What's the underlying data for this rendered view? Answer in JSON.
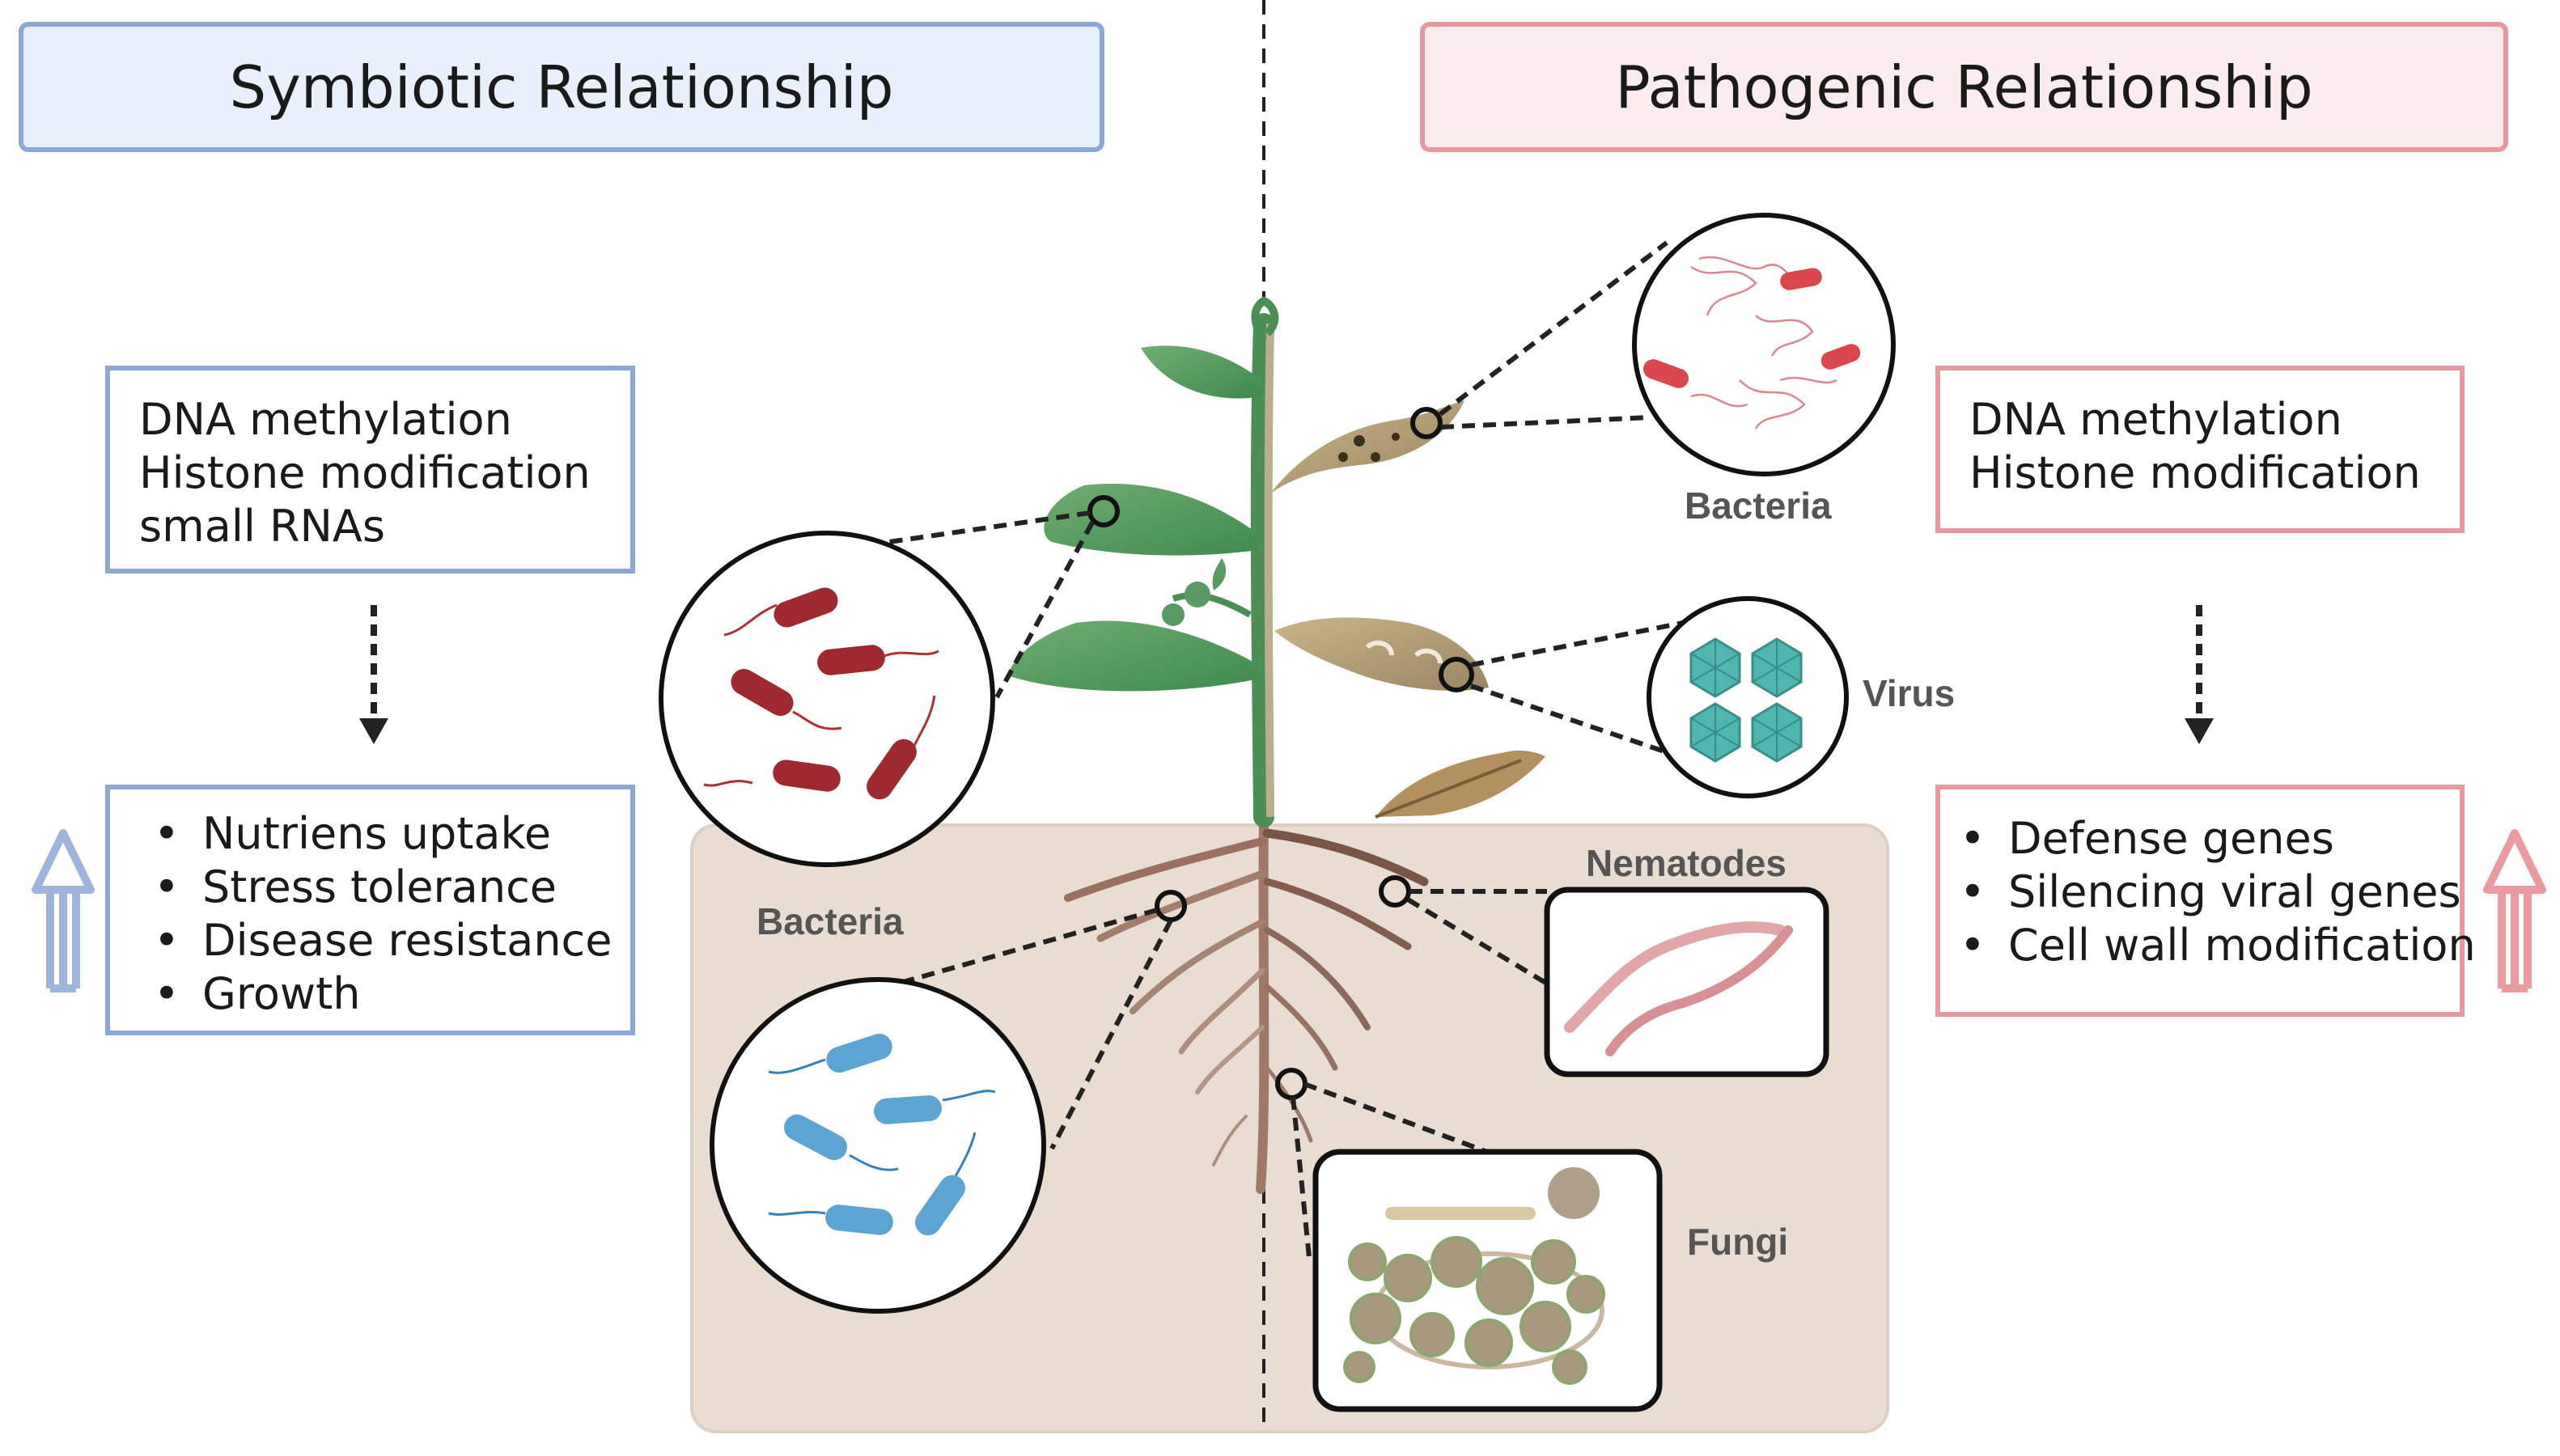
{
  "symbiotic": {
    "title": "Symbiotic Relationship",
    "mechanisms": [
      "DNA methylation",
      "Histone modification",
      "small RNAs"
    ],
    "effects": [
      "Nutriens uptake",
      "Stress tolerance",
      "Disease resistance",
      "Growth"
    ],
    "organisms": {
      "leaf": "",
      "root": "Bacteria"
    },
    "color": "#8ea8d6"
  },
  "pathogenic": {
    "title": "Pathogenic Relationship",
    "mechanisms": [
      "DNA methylation",
      "Histone modification"
    ],
    "effects": [
      "Defense genes",
      "Silencing viral genes",
      "Cell wall modification"
    ],
    "organisms": {
      "leaf_bacteria": "Bacteria",
      "virus": "Virus",
      "nematodes": "Nematodes",
      "fungi": "Fungi"
    },
    "color": "#e49aa0"
  },
  "icons": [
    "up-arrow-icon",
    "down-arrow-icon",
    "bacteria-icon",
    "virus-icon",
    "nematode-icon",
    "fungi-icon",
    "plant-icon"
  ]
}
